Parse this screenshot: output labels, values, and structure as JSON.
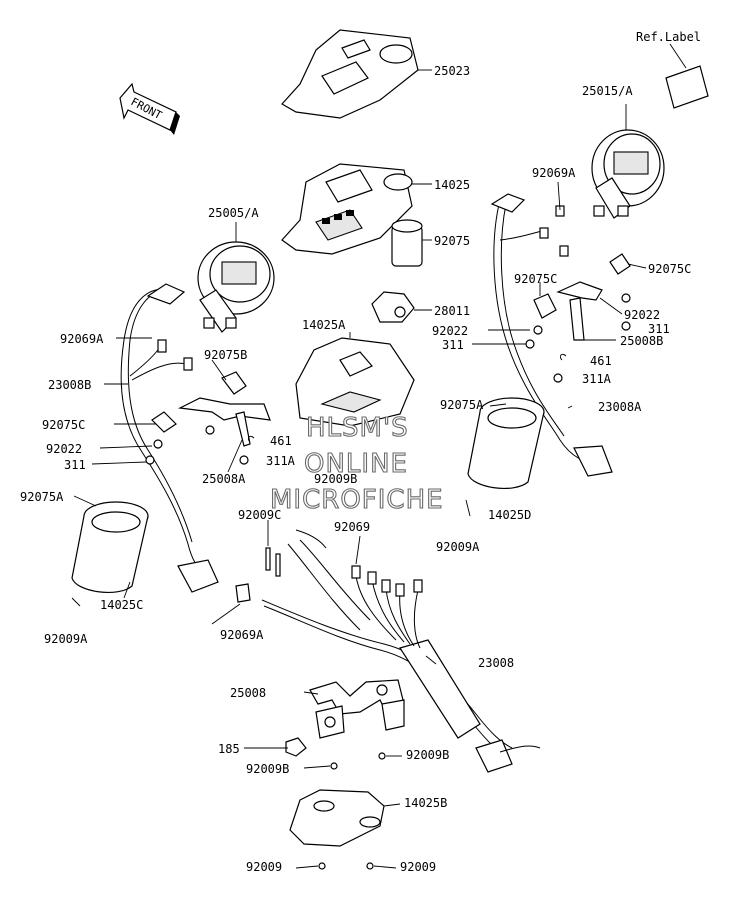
{
  "front_arrow": {
    "label": "FRONT"
  },
  "ref_label": {
    "title": "Ref.Label"
  },
  "watermark": {
    "line1": "HLSM'S",
    "line2": "ONLINE",
    "line3": "MICROFICHE"
  },
  "parts": {
    "p25023": "25023",
    "p25015A": "25015/A",
    "p14025": "14025",
    "p92069A_r": "92069A",
    "p25005A": "25005/A",
    "p92075_c": "92075",
    "p92075C_r1": "92075C",
    "p92075C_r2": "92075C",
    "p28011": "28011",
    "p92022_c": "92022",
    "p92022_r": "92022",
    "p311_c": "311",
    "p311_r": "311",
    "p14025A": "14025A",
    "p25008B": "25008B",
    "p92069A_l": "92069A",
    "p92075B": "92075B",
    "p461_r": "461",
    "p23008B": "23008B",
    "p311A_r": "311A",
    "p92075A_c": "92075A",
    "p23008A": "23008A",
    "p92075C_l": "92075C",
    "p461_l": "461",
    "p92022_l": "92022",
    "p311A_l": "311A",
    "p311_l": "311",
    "p25008A": "25008A",
    "p92009B_c": "92009B",
    "p14025D": "14025D",
    "p92075A_l": "92075A",
    "p92009C": "92009C",
    "p92069": "92069",
    "p92009A_r": "92009A",
    "p14025C": "14025C",
    "p92009A_l": "92009A",
    "p92069A_b": "92069A",
    "p23008": "23008",
    "p25008": "25008",
    "p185": "185",
    "p92009B_r": "92009B",
    "p92009B_l": "92009B",
    "p14025B": "14025B",
    "p92009_l": "92009",
    "p92009_r": "92009"
  }
}
